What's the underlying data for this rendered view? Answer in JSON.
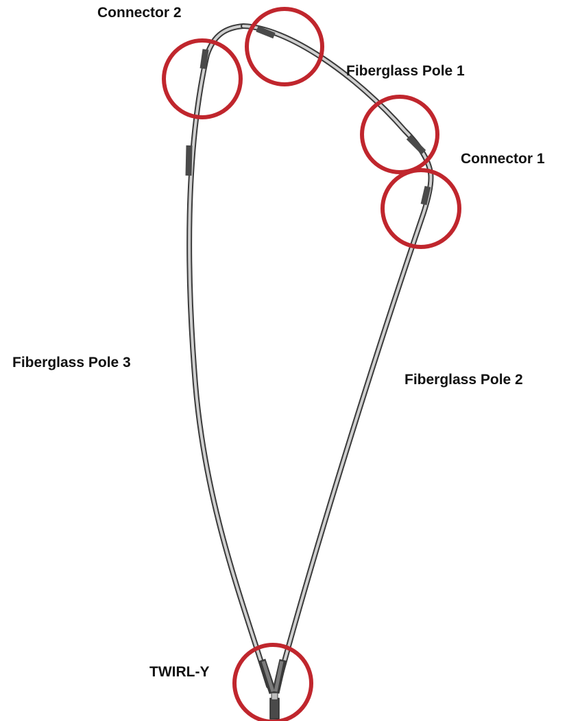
{
  "labels": {
    "connector_2": "Connector 2",
    "fiberglass_pole_1": "Fiberglass Pole 1",
    "connector_1": "Connector 1",
    "fiberglass_pole_3": "Fiberglass Pole 3",
    "fiberglass_pole_2": "Fiberglass Pole 2",
    "twirl_y": "TWIRL-Y"
  },
  "colors": {
    "highlight_circle": "#c0262d",
    "pole_outline": "#3a3a3a",
    "pole_fill": "#bdbdbd",
    "connector_fill": "#4a4a4a",
    "label_text": "#111111"
  }
}
